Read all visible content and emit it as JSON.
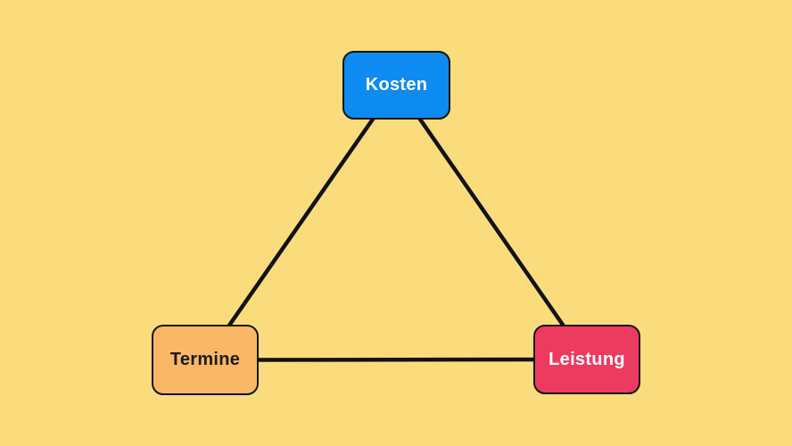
{
  "diagram": {
    "background_color": "#fbdc7d",
    "edge_color": "#121212",
    "edge_width": 4.5,
    "nodes": {
      "kosten": {
        "label": "Kosten",
        "fill": "#0d8bf0",
        "text_color": "#ffffff",
        "border_color": "#141414"
      },
      "termine": {
        "label": "Termine",
        "fill": "#fab866",
        "text_color": "#1b1b1b",
        "border_color": "#141414"
      },
      "leistung": {
        "label": "Leistung",
        "fill": "#ed3b60",
        "text_color": "#ffffff",
        "border_color": "#141414"
      }
    },
    "edges": [
      {
        "from": "kosten",
        "to": "termine"
      },
      {
        "from": "kosten",
        "to": "leistung"
      },
      {
        "from": "termine",
        "to": "leistung"
      }
    ]
  }
}
